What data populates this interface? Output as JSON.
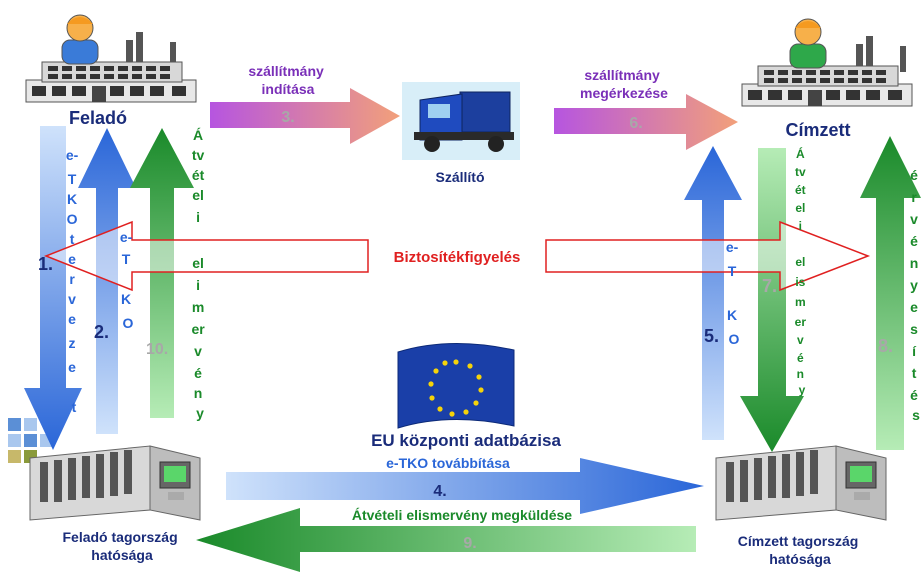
{
  "nodes": {
    "sender": "Feladó",
    "recipient": "Címzett",
    "carrier": "Szállító",
    "database": "EU központi adatbázisa",
    "sender_authority": [
      "Feladó tagország",
      "hatósága"
    ],
    "recipient_authority": [
      "Címzett tagország",
      "hatósága"
    ]
  },
  "flows": {
    "f1": {
      "num": "1.",
      "text": [
        "e-",
        "T",
        "K",
        "O",
        "t",
        "e",
        "r",
        "v",
        "e",
        "z",
        "e",
        "t"
      ]
    },
    "f2": {
      "num": "2.",
      "text": [
        "e-",
        "T",
        "K",
        "O"
      ]
    },
    "f3": {
      "num": "3.",
      "text": [
        "szállítmány",
        "indítása"
      ]
    },
    "f4": {
      "num": "4.",
      "text": "e-TKO továbbítása"
    },
    "f5": {
      "num": "5.",
      "text": [
        "e-",
        "T",
        "K",
        "O"
      ]
    },
    "f6": {
      "num": "6.",
      "text": [
        "szállítmány",
        "megérkezése"
      ]
    },
    "f7": {
      "num": "7.",
      "text": [
        "Á",
        "tv",
        "ét",
        "el",
        "i",
        "",
        "el",
        "is",
        "m",
        "er",
        "v",
        "é",
        "n",
        "y"
      ]
    },
    "f8": {
      "num": "8.",
      "text": [
        "é",
        "r",
        "v",
        "é",
        "n",
        "y",
        "e",
        "s",
        "í",
        "t",
        "é",
        "s"
      ]
    },
    "f9": {
      "num": "9.",
      "text": "Átvételi elismervény megküldése"
    },
    "f10": {
      "num": "10.",
      "text": [
        "Á",
        "tv",
        "ét",
        "el",
        "i",
        "",
        "el",
        "i",
        "m",
        "er",
        "v",
        "é",
        "n",
        "y"
      ]
    }
  },
  "center_label": "Biztosítékfigyelés",
  "colors": {
    "blue_dark": "#2a66d8",
    "blue_light": "#cfe2fb",
    "green_dark": "#1a8a2a",
    "green_light": "#b6ecb6",
    "purple": "#b655e0",
    "salmon": "#f2a07a",
    "red_text": "#e02020",
    "navy_text": "#1a2c7a",
    "num_text": "#a8a8a8"
  }
}
